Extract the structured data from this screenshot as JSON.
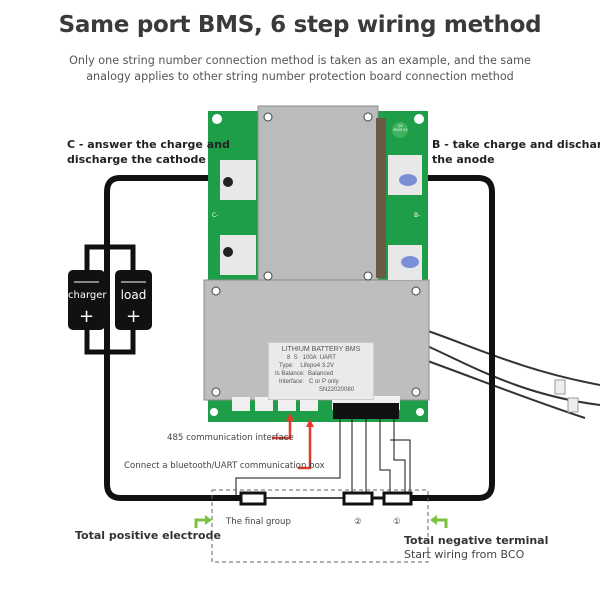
{
  "header": {
    "title": "Same port BMS, 6 step wiring method",
    "subtitle_line1": "Only one string number connection method is taken as an example, and the same",
    "subtitle_line2": "analogy applies to other string number protection board connection method"
  },
  "terminals": {
    "c_label_line1": "C - answer the charge and",
    "c_label_line2": "discharge the cathode",
    "b_label_line1": "B - take charge and discharge",
    "b_label_line2": "the anode"
  },
  "devices": {
    "charger": "charger",
    "load": "load",
    "plus": "+"
  },
  "board": {
    "qc_stamp": "QC PASS 01",
    "b_minus": "B-",
    "c_minus": "C-",
    "sticker_title": "LITHIUM BATTERY BMS",
    "sticker_line1": "8  S   100A  UART",
    "sticker_line2": "Type:    Lifepo4 3.2V",
    "sticker_line3": "Is Balance:  Balanced",
    "sticker_line4": "Interface:   C or P only",
    "sticker_serial": "SN22020080"
  },
  "annotations": {
    "comm_485": "485 communication interface",
    "bluetooth_uart": "Connect a bluetooth/UART communication box",
    "final_group": "The final group",
    "group2": "②",
    "group1": "①",
    "total_positive": "Total positive electrode",
    "total_negative": "Total negative terminal",
    "start_wiring": "Start wiring from BCO"
  },
  "colors": {
    "pcb_green": "#1f9e4a",
    "plate_gray": "#b9bbbd",
    "arrow_red": "#e23b2b",
    "arrow_green": "#7cc242",
    "wire_black": "#111111"
  }
}
